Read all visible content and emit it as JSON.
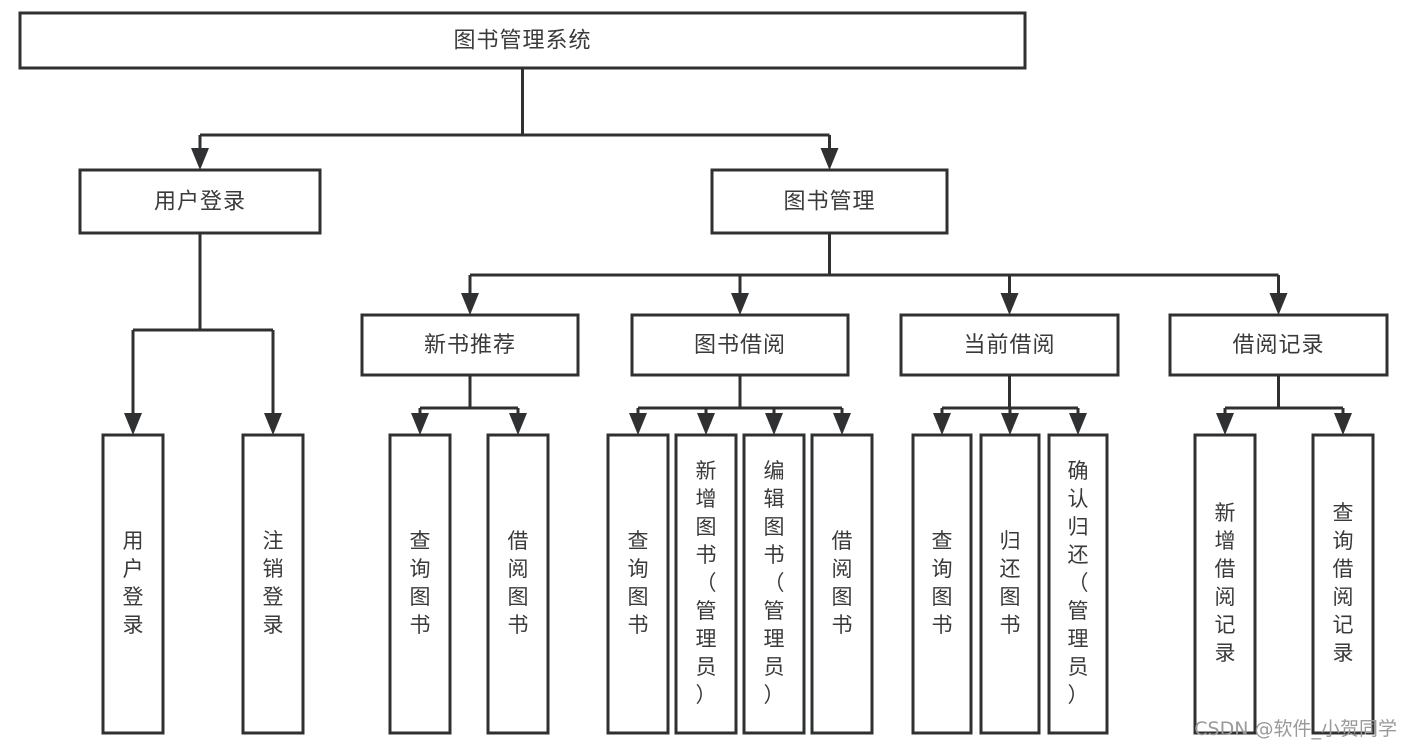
{
  "diagram": {
    "type": "tree-hierarchy",
    "title": "图书管理系统",
    "orientation": "top-down",
    "colors": {
      "stroke": "#2f3032",
      "fill": "#ffffff",
      "text": "#3a3a3a",
      "background": "#ffffff",
      "watermark": "#9a9a9a"
    },
    "levels": [
      {
        "level": 0,
        "nodes": [
          {
            "id": "root",
            "label": "图书管理系统",
            "orient": "horizontal"
          }
        ]
      },
      {
        "level": 1,
        "nodes": [
          {
            "id": "login",
            "label": "用户登录",
            "orient": "horizontal",
            "parent": "root"
          },
          {
            "id": "bookmgmt",
            "label": "图书管理",
            "orient": "horizontal",
            "parent": "root"
          }
        ]
      },
      {
        "level": 2,
        "nodes": [
          {
            "id": "newbook",
            "label": "新书推荐",
            "orient": "horizontal",
            "parent": "bookmgmt"
          },
          {
            "id": "borrow",
            "label": "图书借阅",
            "orient": "horizontal",
            "parent": "bookmgmt"
          },
          {
            "id": "current",
            "label": "当前借阅",
            "orient": "horizontal",
            "parent": "bookmgmt"
          },
          {
            "id": "records",
            "label": "借阅记录",
            "orient": "horizontal",
            "parent": "bookmgmt"
          }
        ]
      },
      {
        "level": 3,
        "nodes": [
          {
            "id": "leaf-1",
            "label": "用户登录",
            "orient": "vertical",
            "parent": "login"
          },
          {
            "id": "leaf-2",
            "label": "注销登录",
            "orient": "vertical",
            "parent": "login"
          },
          {
            "id": "leaf-3",
            "label": "查询图书",
            "orient": "vertical",
            "parent": "newbook"
          },
          {
            "id": "leaf-4",
            "label": "借阅图书",
            "orient": "vertical",
            "parent": "newbook"
          },
          {
            "id": "leaf-5",
            "label": "查询图书",
            "orient": "vertical",
            "parent": "borrow"
          },
          {
            "id": "leaf-6",
            "label": "新增图书（管理员）",
            "orient": "vertical",
            "parent": "borrow"
          },
          {
            "id": "leaf-7",
            "label": "编辑图书（管理员）",
            "orient": "vertical",
            "parent": "borrow"
          },
          {
            "id": "leaf-8",
            "label": "借阅图书",
            "orient": "vertical",
            "parent": "borrow"
          },
          {
            "id": "leaf-9",
            "label": "查询图书",
            "orient": "vertical",
            "parent": "current"
          },
          {
            "id": "leaf-10",
            "label": "归还图书",
            "orient": "vertical",
            "parent": "current"
          },
          {
            "id": "leaf-11",
            "label": "确认归还（管理员）",
            "orient": "vertical",
            "parent": "current"
          },
          {
            "id": "leaf-12",
            "label": "新增借阅记录",
            "orient": "vertical",
            "parent": "records"
          },
          {
            "id": "leaf-13",
            "label": "查询借阅记录",
            "orient": "vertical",
            "parent": "records"
          }
        ]
      }
    ]
  },
  "watermark": {
    "text": "CSDN @软件_小贺同学"
  }
}
